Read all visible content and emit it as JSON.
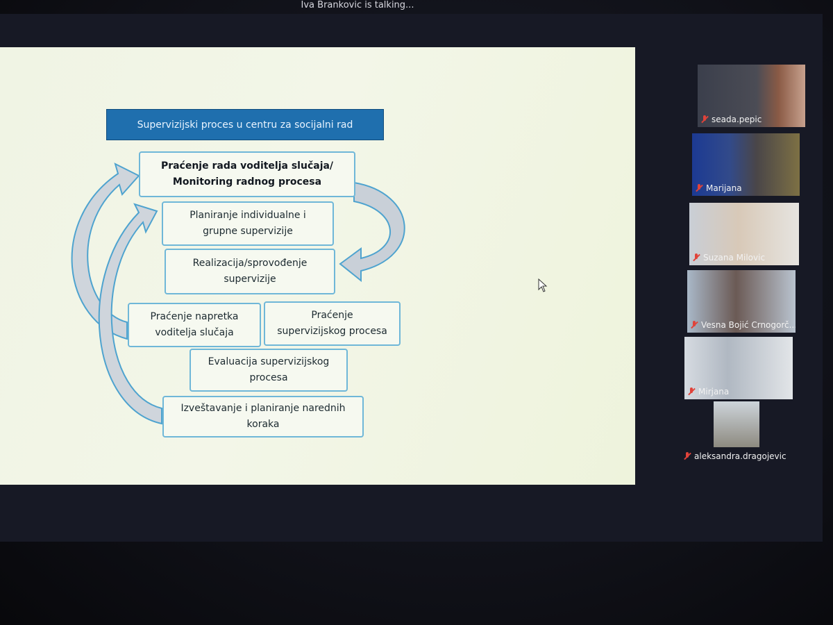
{
  "meeting": {
    "talking_indicator": "Iva Brankovic is talking..."
  },
  "slide": {
    "title": "Supervizijski  proces u centru za socijalni rad",
    "boxes": {
      "b1": {
        "line1": "Praćenje rada voditelja  slučaja/",
        "line2": "Monitoring  radnog procesa"
      },
      "b2": {
        "line1": "Planiranje individualne  i",
        "line2": "grupne supervizije"
      },
      "b3": {
        "line1": "Realizacija/sprovođenje",
        "line2": "supervizije"
      },
      "b4": {
        "line1": "Praćenje napretka",
        "line2": "voditelja  slučaja"
      },
      "b5": {
        "line1": "Praćenje",
        "line2": "supervizijskog  procesa"
      },
      "b6": {
        "line1": "Evaluacija supervizijskog",
        "line2": "procesa"
      },
      "b7": {
        "line1": "Izveštavanje i planiranje  narednih",
        "line2": "koraka"
      }
    }
  },
  "participants": [
    {
      "name": "seada.pepic"
    },
    {
      "name": "Marijana"
    },
    {
      "name": "Suzana Milovic"
    },
    {
      "name": "Vesna Bojić Crnogorč..."
    },
    {
      "name": "Mirjana"
    },
    {
      "name": "aleksandra.dragojevic"
    }
  ],
  "icons": {
    "mic": "muted-microphone-icon",
    "cursor": "mouse-pointer-icon"
  },
  "colors": {
    "title_bg": "#1f6fae",
    "box_border": "#6fb7d8",
    "mic_muted": "#e0433a"
  }
}
